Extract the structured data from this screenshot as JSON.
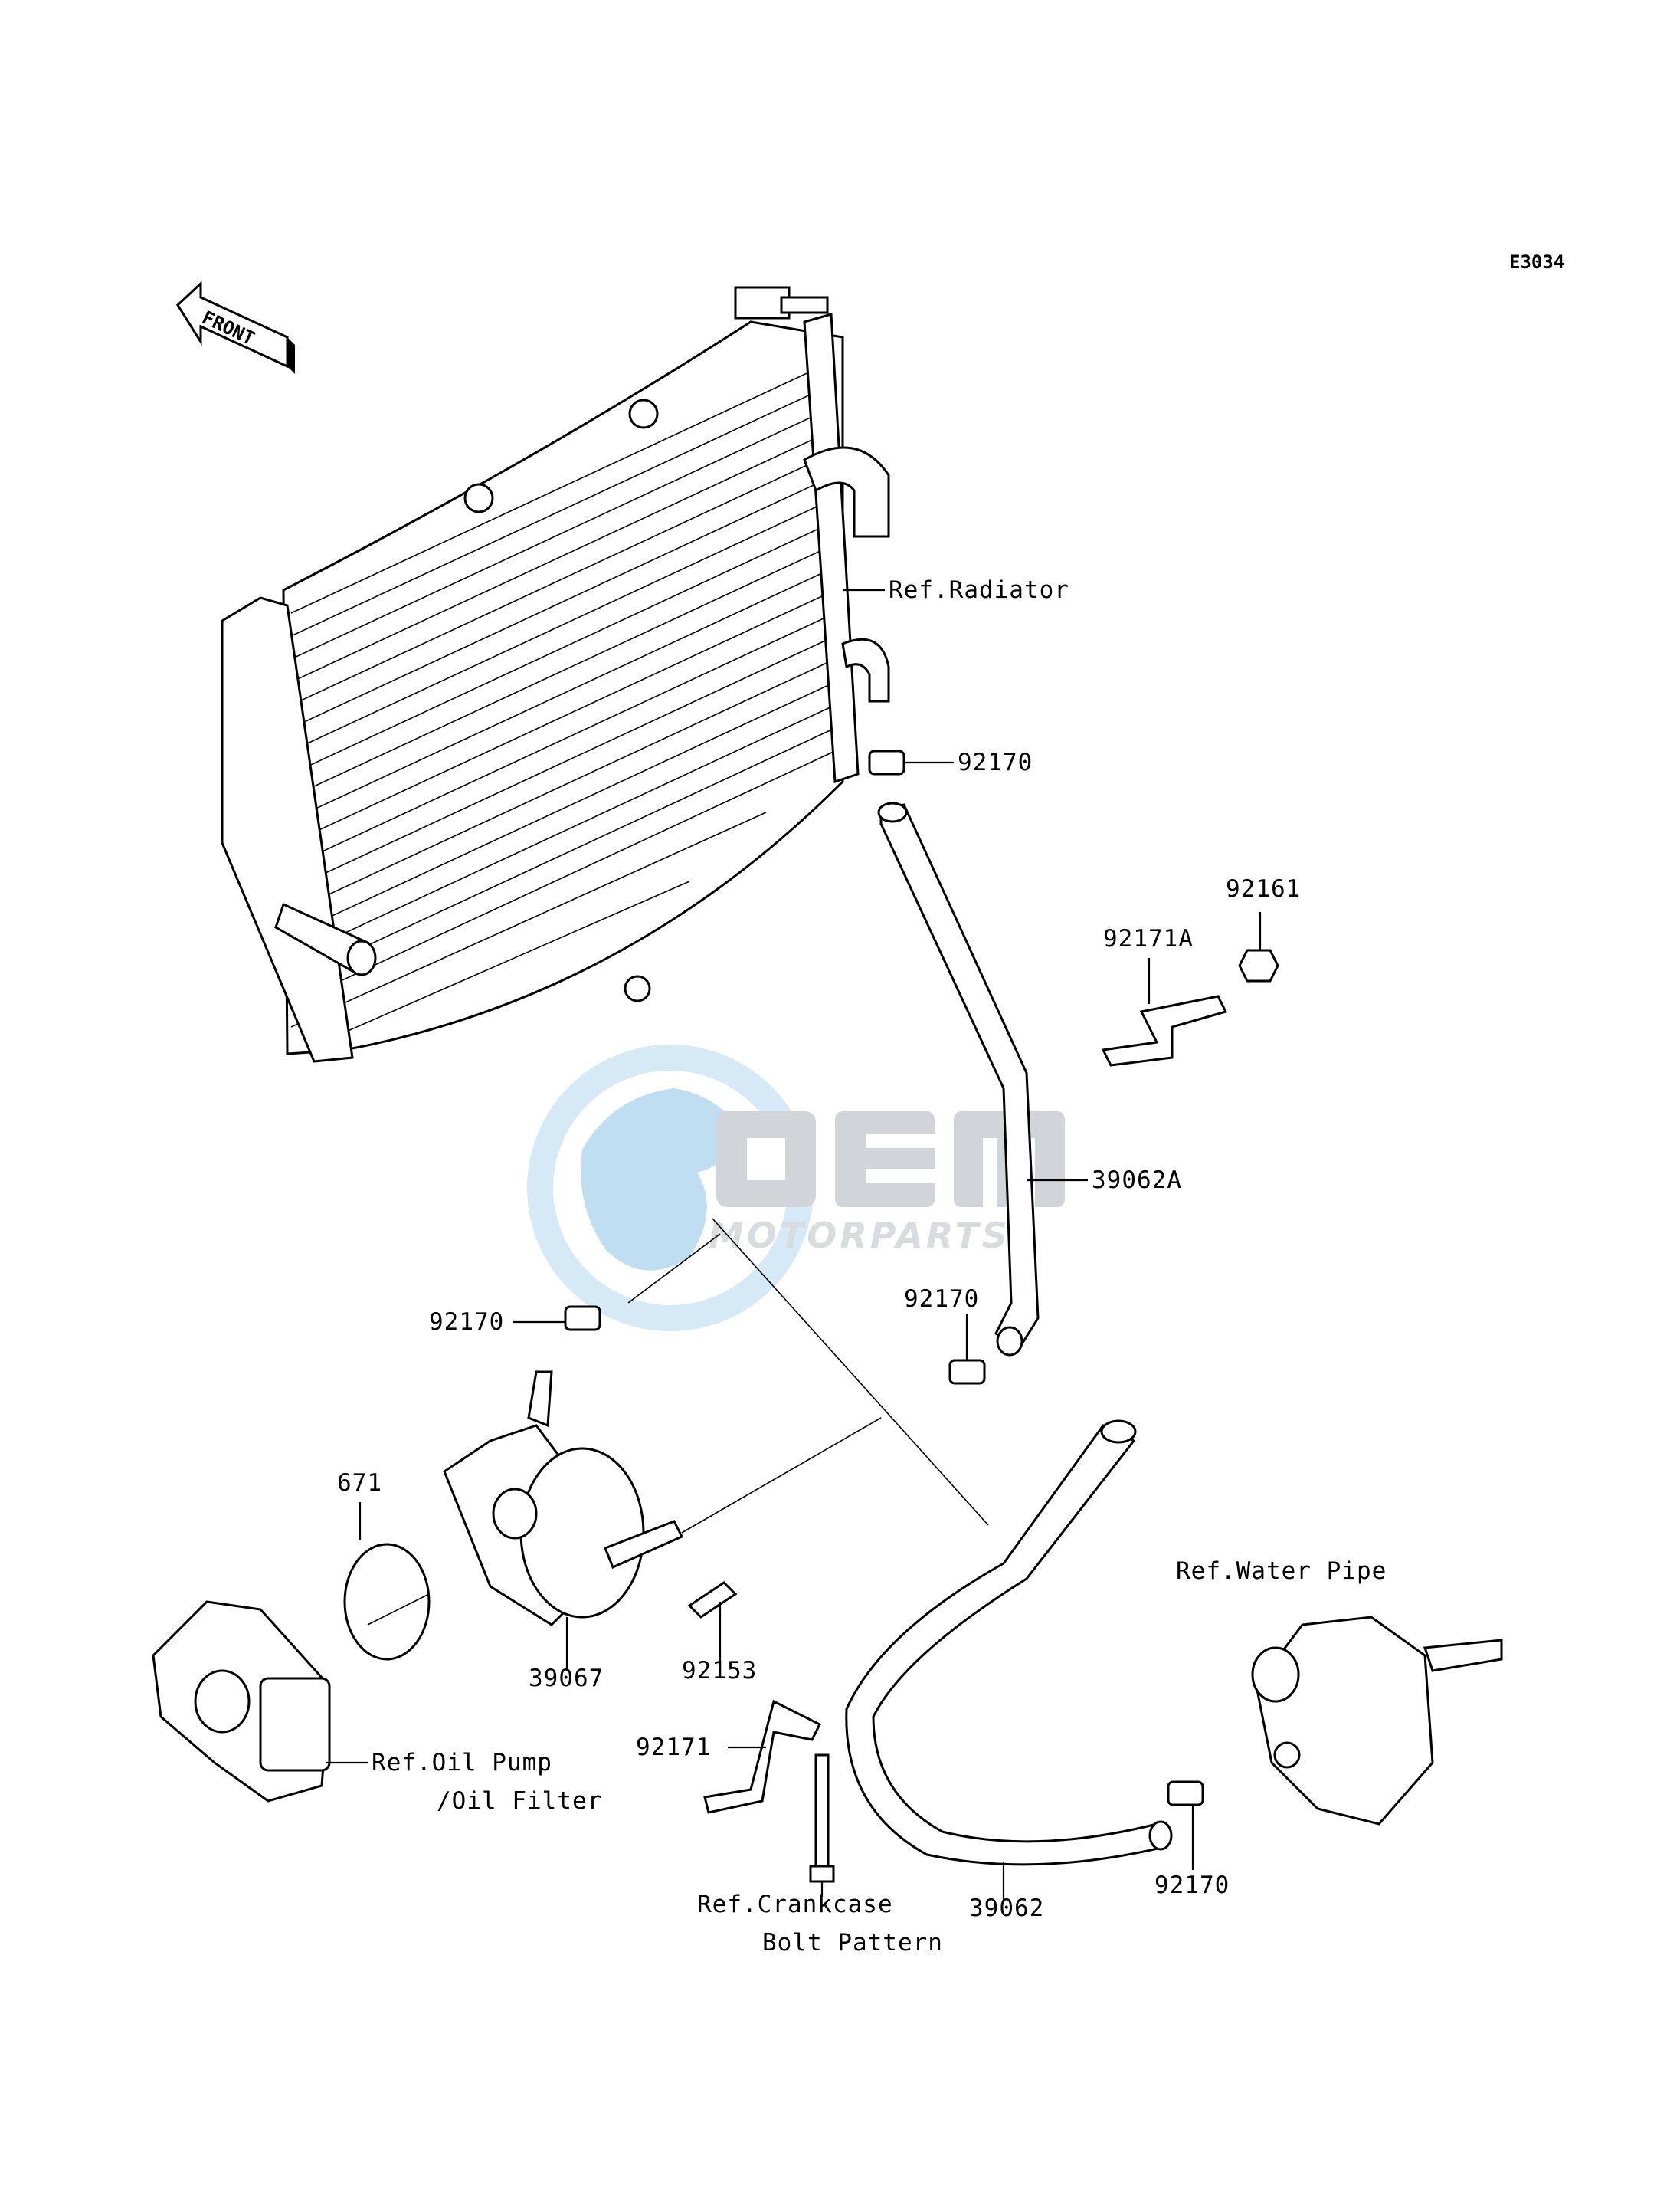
{
  "diagram_code": "E3034",
  "front_label": "FRONT",
  "watermark": {
    "brand": "OEM",
    "sub": "MOTORPARTS",
    "colors": {
      "ring": "#cfe6f5",
      "globe": "#b6d9ef",
      "letters": "#c9cdd2"
    }
  },
  "labels": {
    "ref_radiator": "Ref.Radiator",
    "p92170_a": "92170",
    "p92161": "92161",
    "p92171A": "92171A",
    "p39062A": "39062A",
    "p92170_b": "92170",
    "p92170_c": "92170",
    "p671": "671",
    "p39067": "39067",
    "p92153": "92153",
    "ref_water_pipe": "Ref.Water Pipe",
    "ref_oil_pump_1": "Ref.Oil Pump",
    "ref_oil_pump_2": "/Oil Filter",
    "p92171": "92171",
    "ref_crankcase_1": "Ref.Crankcase",
    "ref_crankcase_2": "Bolt Pattern",
    "p39062": "39062",
    "p92170_d": "92170"
  }
}
